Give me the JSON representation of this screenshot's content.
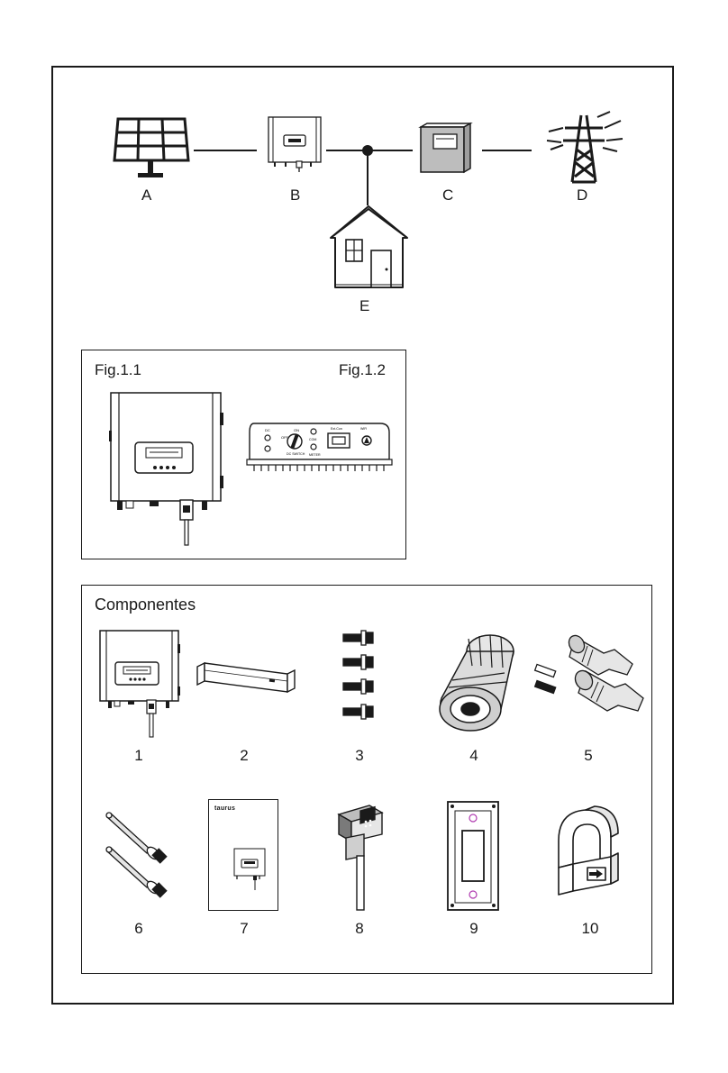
{
  "system_diagram": {
    "labels": {
      "a": "A",
      "b": "B",
      "c": "C",
      "d": "D",
      "e": "E"
    }
  },
  "figures": {
    "fig1_title": "Fig.1.1",
    "fig2_title": "Fig.1.2",
    "fig2_panel_text": {
      "dc": "DC",
      "off": "OFF",
      "on": "ON",
      "dc_switch": "DC SWITCH",
      "com": "COM",
      "meter": "METER",
      "link": "Ext.Con",
      "wifi": "WiFi"
    }
  },
  "components": {
    "title": "Componentes",
    "numbers": [
      "1",
      "2",
      "3",
      "4",
      "5",
      "6",
      "7",
      "8",
      "9",
      "10"
    ],
    "manual_brand": "taurus"
  },
  "colors": {
    "line": "#1a1a1a",
    "gray_fill": "#cfcfcf",
    "meter_fill": "#bdbdbd",
    "magenta_circle": "#b03ab0"
  }
}
